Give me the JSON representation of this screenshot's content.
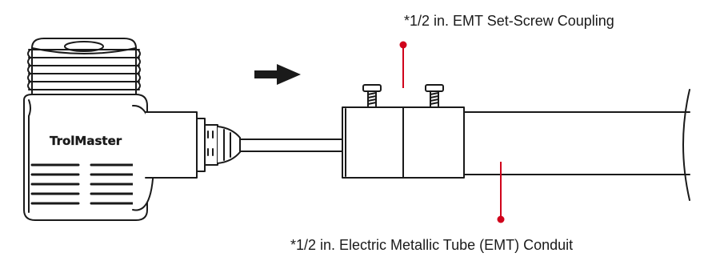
{
  "labels": {
    "coupling": "*1/2 in. EMT Set-Screw Coupling",
    "conduit": "*1/2 in. Electric Metallic Tube (EMT) Conduit"
  },
  "device": {
    "brand_text": "TrolMaster"
  },
  "icons": {
    "arrow": "right-arrow-icon"
  },
  "colors": {
    "stroke": "#1a1a1a",
    "callout": "#d0021b",
    "background": "#ffffff"
  }
}
